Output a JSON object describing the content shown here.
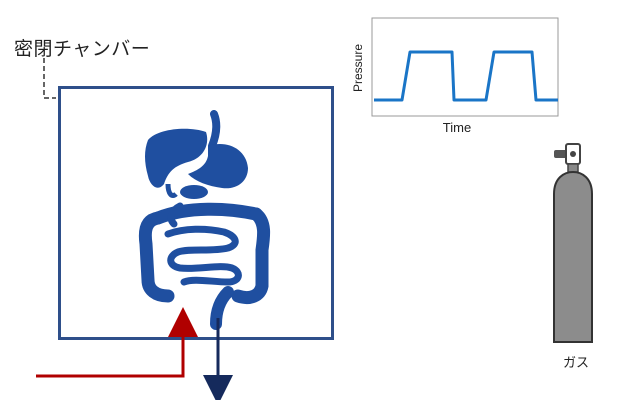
{
  "chamber": {
    "label": "密閉チャンバー"
  },
  "graph": {
    "xlabel": "Time",
    "ylabel": "Pressure"
  },
  "cylinder": {
    "label": "ガス"
  },
  "colors": {
    "chamber_border": "#2e4f8a",
    "organ_fill": "#1f4fa0",
    "inflow_arrow": "#b00000",
    "outflow_arrow": "#152a5c",
    "pressure_line": "#1a75c7",
    "cylinder_body": "#8c8c8c"
  },
  "icons": [
    "digestive-tract-icon",
    "gas-cylinder-icon",
    "inflow-arrow",
    "outflow-arrow"
  ]
}
